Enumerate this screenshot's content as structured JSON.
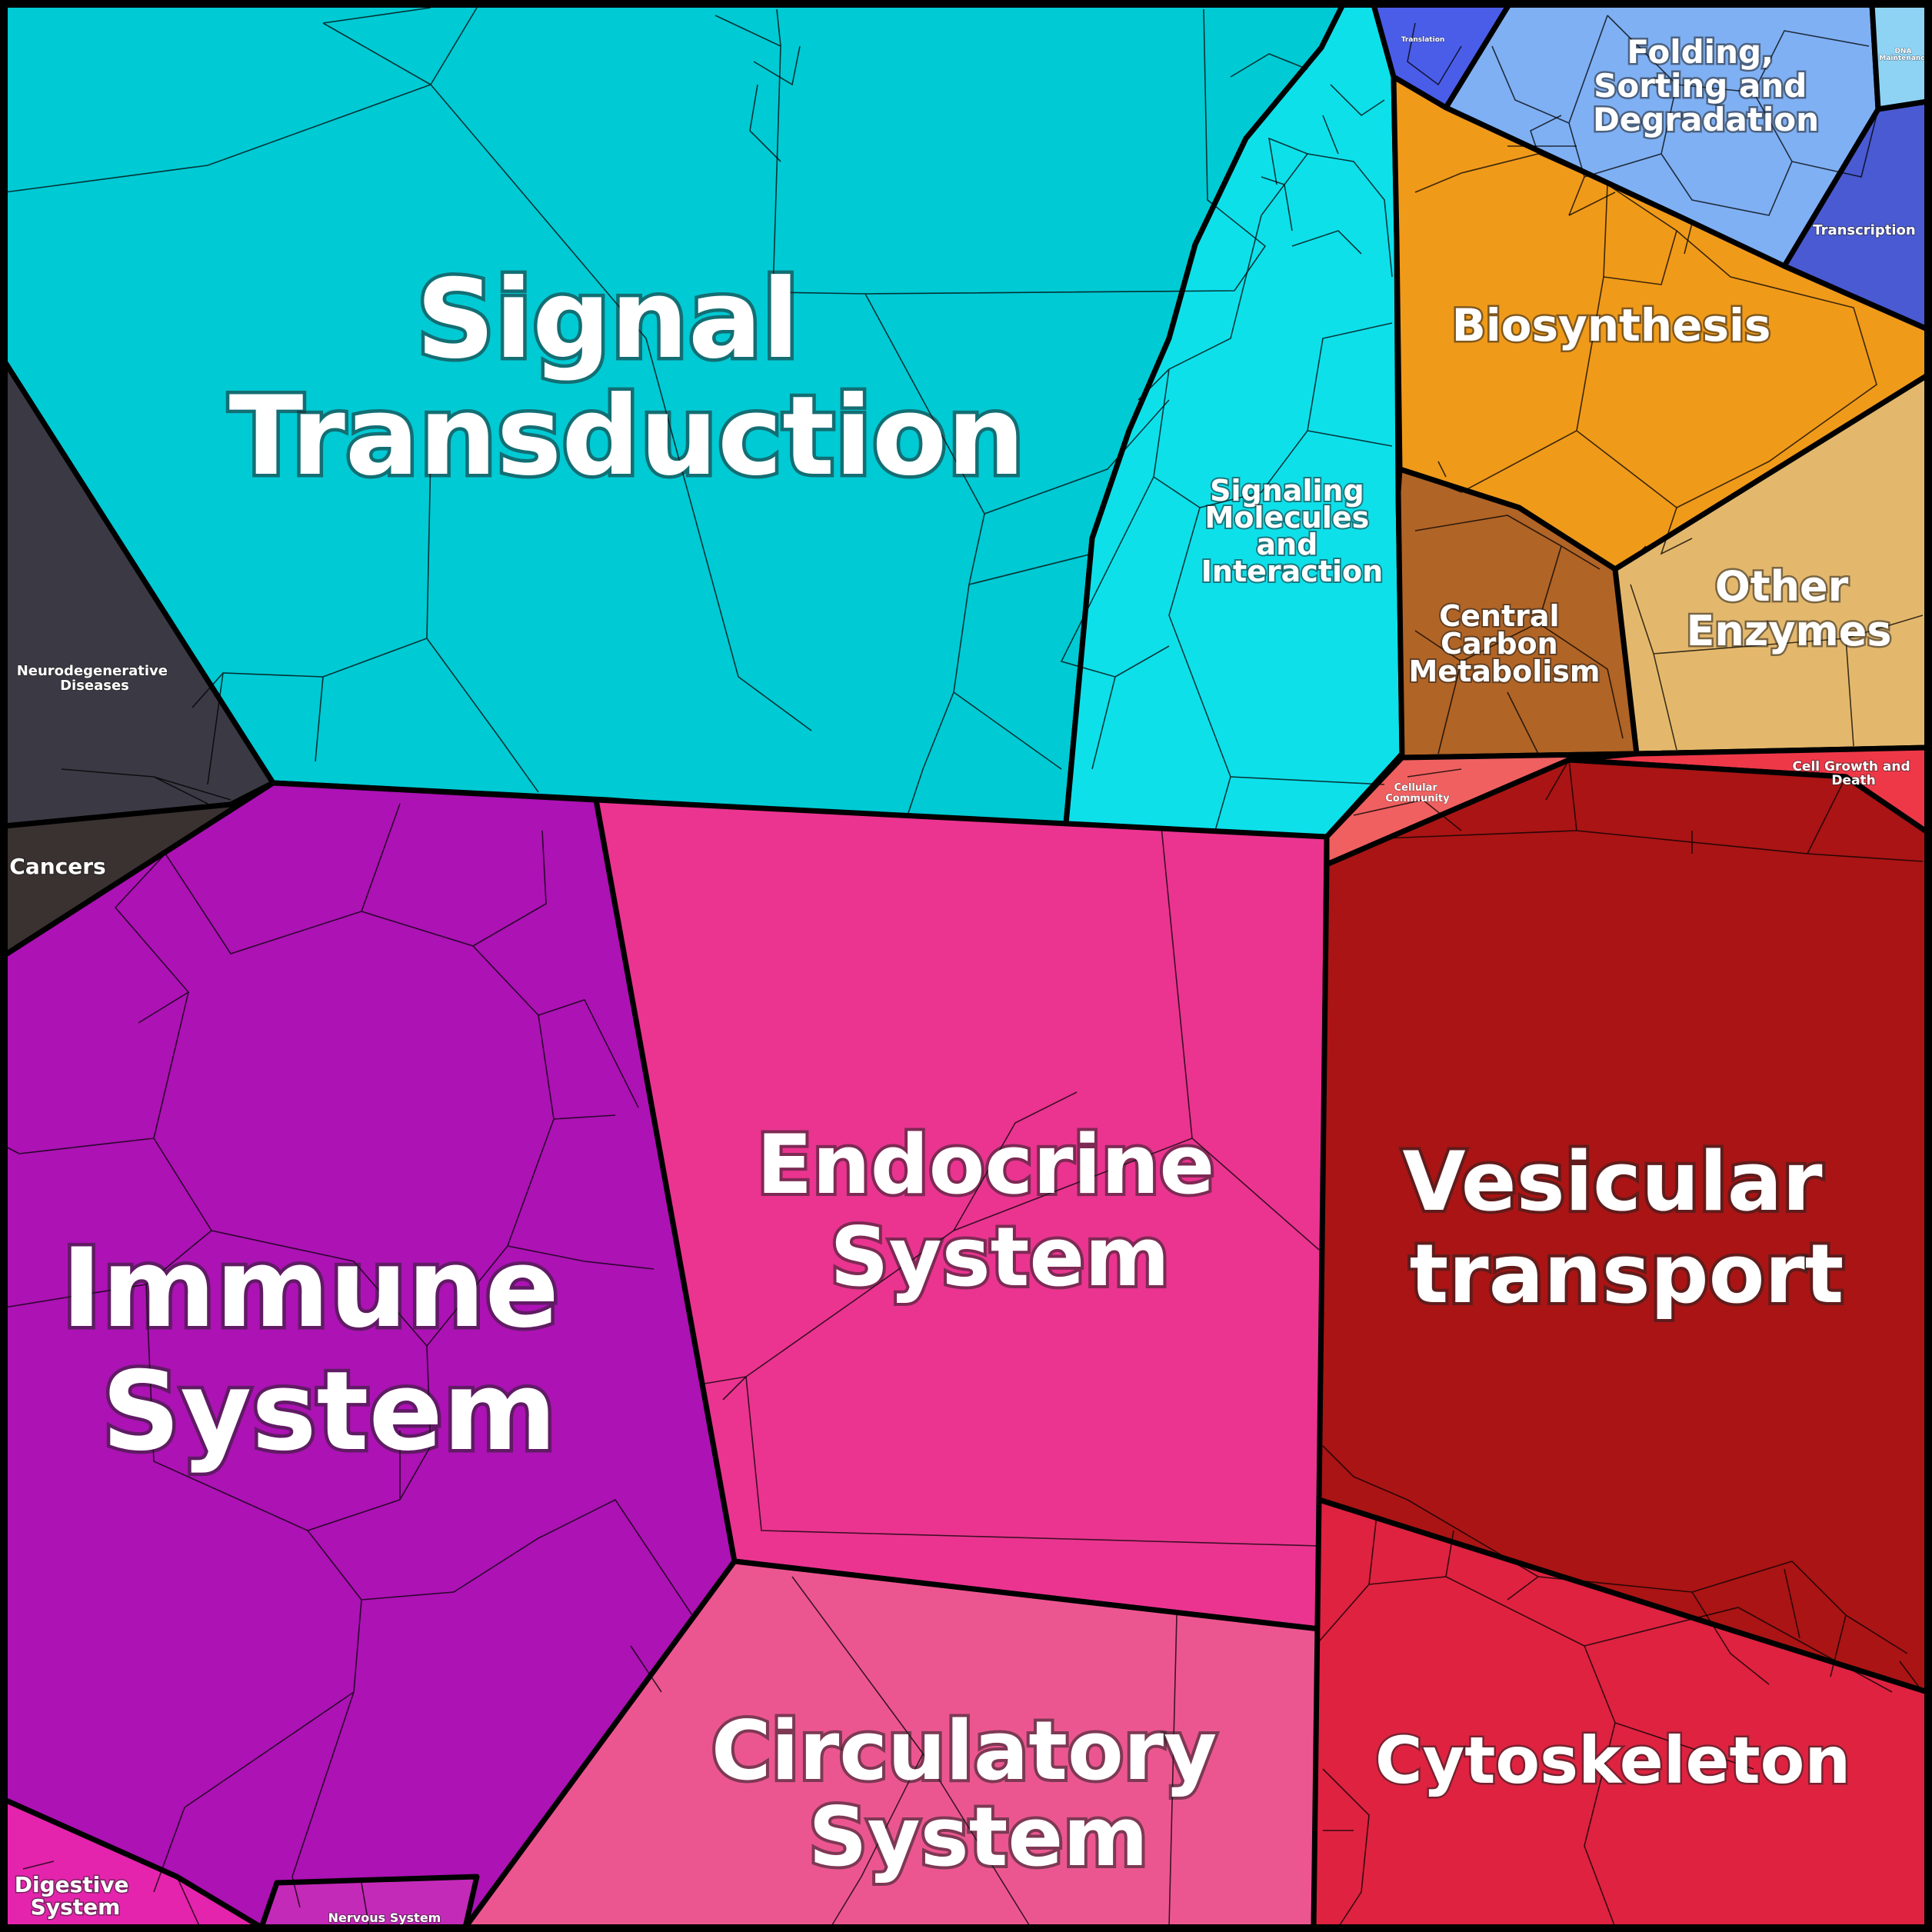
{
  "categories": {
    "signal_transduction": {
      "label": "Signal Transduction",
      "color": "#00cad4"
    },
    "signaling_molecules": {
      "label": "Signaling Molecules and Interaction",
      "color": "#0ee0ea"
    },
    "neurodegenerative": {
      "label": "Neurodegenerative Diseases",
      "color": "#3b3a44"
    },
    "cancers": {
      "label": "Cancers",
      "color": "#3a3230"
    },
    "translation": {
      "label": "Translation",
      "color": "#4a5de8"
    },
    "folding": {
      "label": "Folding, Sorting and Degradation",
      "color": "#7fb0f4"
    },
    "dna": {
      "label": "DNA Maintenance",
      "color": "#8ed3f4"
    },
    "transcription": {
      "label": "Transcription",
      "color": "#4a5ad2"
    },
    "biosynthesis": {
      "label": "Biosynthesis",
      "color": "#f09a1a"
    },
    "central_carbon": {
      "label": "Central Carbon Metabolism",
      "color": "#b06426"
    },
    "other_enzymes": {
      "label": "Other Enzymes",
      "color": "#e4b86c"
    },
    "immune": {
      "label": "Immune System",
      "color": "#ac12b4"
    },
    "endocrine": {
      "label": "Endocrine System",
      "color": "#ea3490"
    },
    "vesicular": {
      "label": "Vesicular transport",
      "color": "#aa1414"
    },
    "cellular_community": {
      "label": "Cellular Community",
      "color": "#f06060"
    },
    "cell_growth": {
      "label": "Cell Growth and Death",
      "color": "#ee3848"
    },
    "circulatory": {
      "label": "Circulatory System",
      "color": "#ec5690"
    },
    "cytoskeleton": {
      "label": "Cytoskeleton",
      "color": "#de2240"
    },
    "digestive": {
      "label": "Digestive System",
      "color": "#e424ac"
    },
    "nervous": {
      "label": "Nervous System",
      "color": "#c42ab8"
    }
  },
  "labels": {
    "signal_transduction": [
      "Signal",
      "Transduction"
    ],
    "signaling_molecules": [
      "Signaling",
      "Molecules",
      "and",
      "Interaction"
    ],
    "neurodegenerative": [
      "Neurodegenerative",
      "Diseases"
    ],
    "cancers": [
      "Cancers"
    ],
    "translation": [
      "Translation"
    ],
    "folding": [
      "Folding,",
      "Sorting and",
      "Degradation"
    ],
    "dna": [
      "DNA",
      "Maintenance"
    ],
    "transcription": [
      "Transcription"
    ],
    "biosynthesis": [
      "Biosynthesis"
    ],
    "central_carbon": [
      "Central",
      "Carbon",
      "Metabolism"
    ],
    "other_enzymes": [
      "Other",
      "Enzymes"
    ],
    "immune": [
      "Immune",
      "System"
    ],
    "endocrine": [
      "Endocrine",
      "System"
    ],
    "vesicular": [
      "Vesicular",
      "transport"
    ],
    "cellular_community": [
      "Cellular",
      "Community"
    ],
    "cell_growth": [
      "Cell Growth and",
      "Death"
    ],
    "circulatory": [
      "Circulatory",
      "System"
    ],
    "cytoskeleton": [
      "Cytoskeleton"
    ],
    "digestive": [
      "Digestive",
      "System"
    ],
    "nervous": [
      "Nervous System"
    ]
  }
}
